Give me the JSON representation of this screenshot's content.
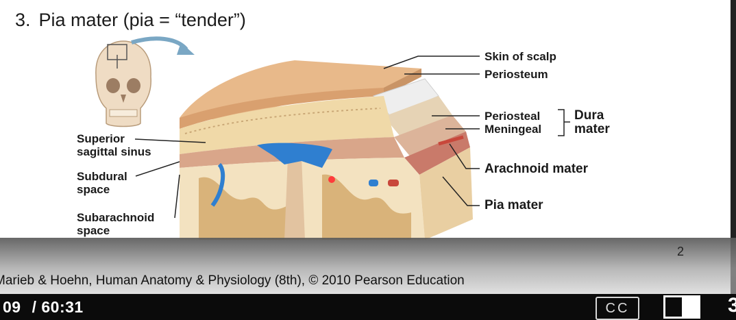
{
  "slide": {
    "number": "3.",
    "title": "Pia mater (pia = “tender”)",
    "page_number": "2",
    "credit": "Marieb & Hoehn, Human Anatomy & Physiology (8th), © 2010 Pearson Education"
  },
  "labels": {
    "skin_of_scalp": "Skin of scalp",
    "periosteum": "Periosteum",
    "periosteal": "Periosteal",
    "meningeal": "Meningeal",
    "dura": "Dura",
    "mater": "mater",
    "arachnoid_mater": "Arachnoid mater",
    "pia_mater": "Pia mater",
    "superior": "Superior",
    "sagittal_sinus": "sagittal sinus",
    "subdural": "Subdural",
    "space": "space",
    "subarachnoid": "Subarachnoid",
    "space2": "space"
  },
  "player": {
    "current_time": "09",
    "duration": "/ 60:31",
    "cc_label": "CC",
    "speed_label": "3"
  },
  "colors": {
    "skin": "#e8b98a",
    "bone": "#f0d9a8",
    "dura": "#d9a68a",
    "sinus": "#2f7fd0",
    "brain": "#f3e2c0",
    "gray_matter": "#d9b37a"
  }
}
